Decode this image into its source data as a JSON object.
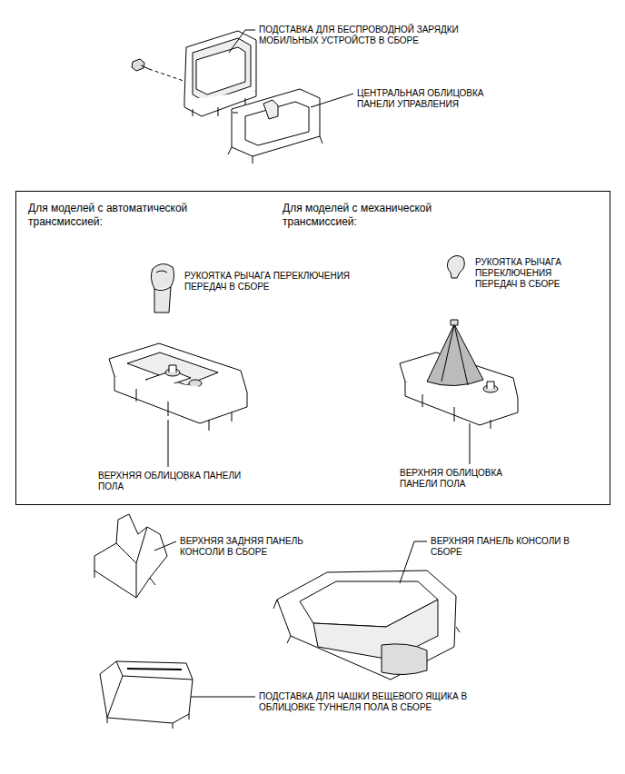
{
  "diagram": {
    "nodes": [
      {
        "text": [
          "Для моделей с автоматической трансмиссией:",
          "Для моделей с механической трансмиссией:"
        ]
      }
    ],
    "labels": [
      "ПОДСТАВКА ДЛЯ БЕСПРОВОДНОЙ ЗАРЯДКИ МОБИЛЬНЫХ УСТРОЙСТВ В СБОРЕ",
      "ЦЕНТРАЛЬНАЯ ОБЛИЦОВКА ПАНЕЛИ УПРАВЛЕНИЯ",
      "РУКОЯТКА РЫЧАГА ПЕРЕКЛЮЧЕНИЯ ПЕРЕДАЧ В СБОРЕ",
      "РУКОЯТКА РЫЧАГА ПЕРЕКЛЮЧЕНИЯ ПЕРЕДАЧ В СБОРЕ",
      "ВЕРХНЯЯ ОБЛИЦОВКА ПАНЕЛИ ПОЛА",
      "ВЕРХНЯЯ ОБЛИЦОВКА ПАНЕЛИ ПОЛА",
      "ВЕРХНЯЯ ЗАДНЯЯ ПАНЕЛЬ КОНСОЛИ В СБОРЕ",
      "ВЕРХНЯЯ ПАНЕЛЬ КОНСОЛИ В СБОРЕ",
      "ПОДСТАВКА ДЛЯ ЧАШКИ ВЕЩЕВОГО ЯЩИКА В ОБЛИЦОВКЕ ТУННЕЛЯ ПОЛА В СБОРЕ"
    ]
  }
}
